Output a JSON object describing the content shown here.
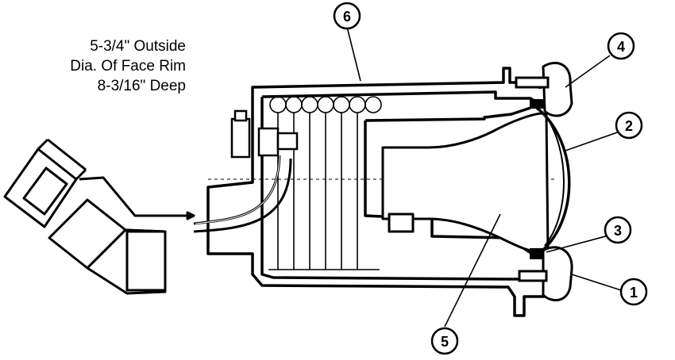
{
  "caption": {
    "line1": "5-3/4\" Outside",
    "line2": "Dia. Of Face Rim",
    "line3": "8-3/16\" Deep"
  },
  "callouts": [
    {
      "label": "1"
    },
    {
      "label": "2"
    },
    {
      "label": "3"
    },
    {
      "label": "4"
    },
    {
      "label": "5"
    },
    {
      "label": "6"
    }
  ]
}
